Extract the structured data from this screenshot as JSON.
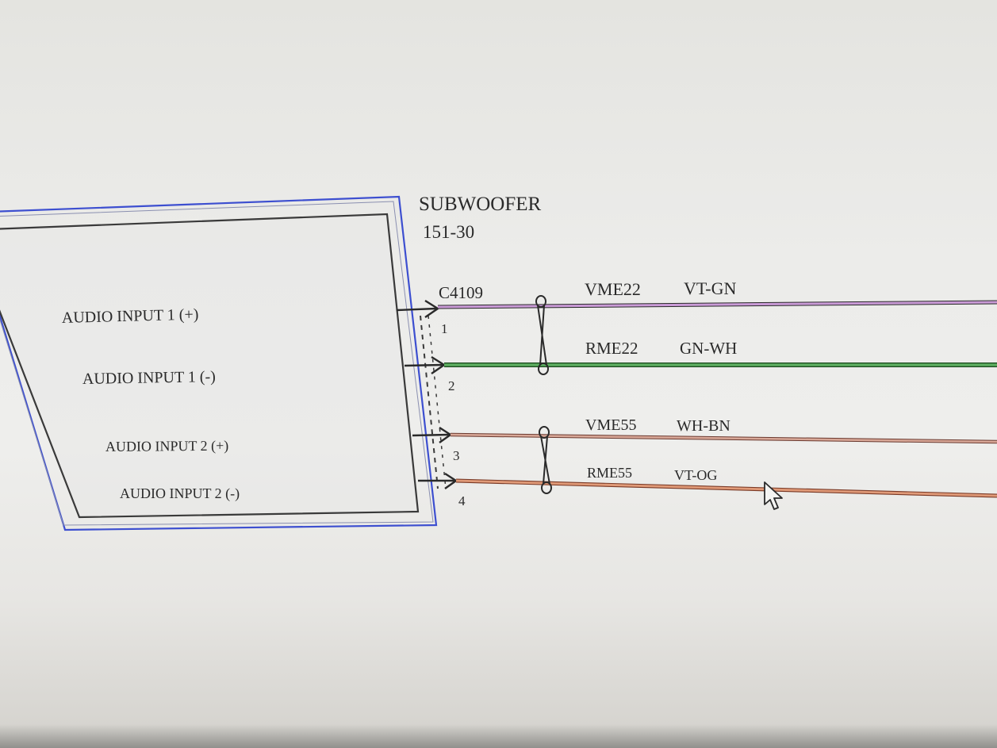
{
  "component": {
    "name": "SUBWOOFER",
    "ref": "151-30"
  },
  "connector": {
    "id": "C4109"
  },
  "pins": [
    {
      "label": "AUDIO INPUT 1 (+)",
      "number": "1"
    },
    {
      "label": "AUDIO INPUT 1 (-)",
      "number": "2"
    },
    {
      "label": "AUDIO INPUT 2 (+)",
      "number": "3"
    },
    {
      "label": "AUDIO INPUT 2 (-)",
      "number": "4"
    }
  ],
  "wires": [
    {
      "circuit": "VME22",
      "color_code": "VT-GN",
      "stripe": "#8a5a9a",
      "core": "#c99ad6"
    },
    {
      "circuit": "RME22",
      "color_code": "GN-WH",
      "stripe": "#2f7a32",
      "core": "#5fb062"
    },
    {
      "circuit": "VME55",
      "color_code": "WH-BN",
      "stripe": "#8a4a3a",
      "core": "#d8a797"
    },
    {
      "circuit": "RME55",
      "color_code": "VT-OG",
      "stripe": "#a85a3a",
      "core": "#e09a78"
    }
  ],
  "colors": {
    "outer_frame": "#3d4fd0",
    "inner_frame": "#3a3a3a",
    "ink": "#2a2a2a"
  }
}
